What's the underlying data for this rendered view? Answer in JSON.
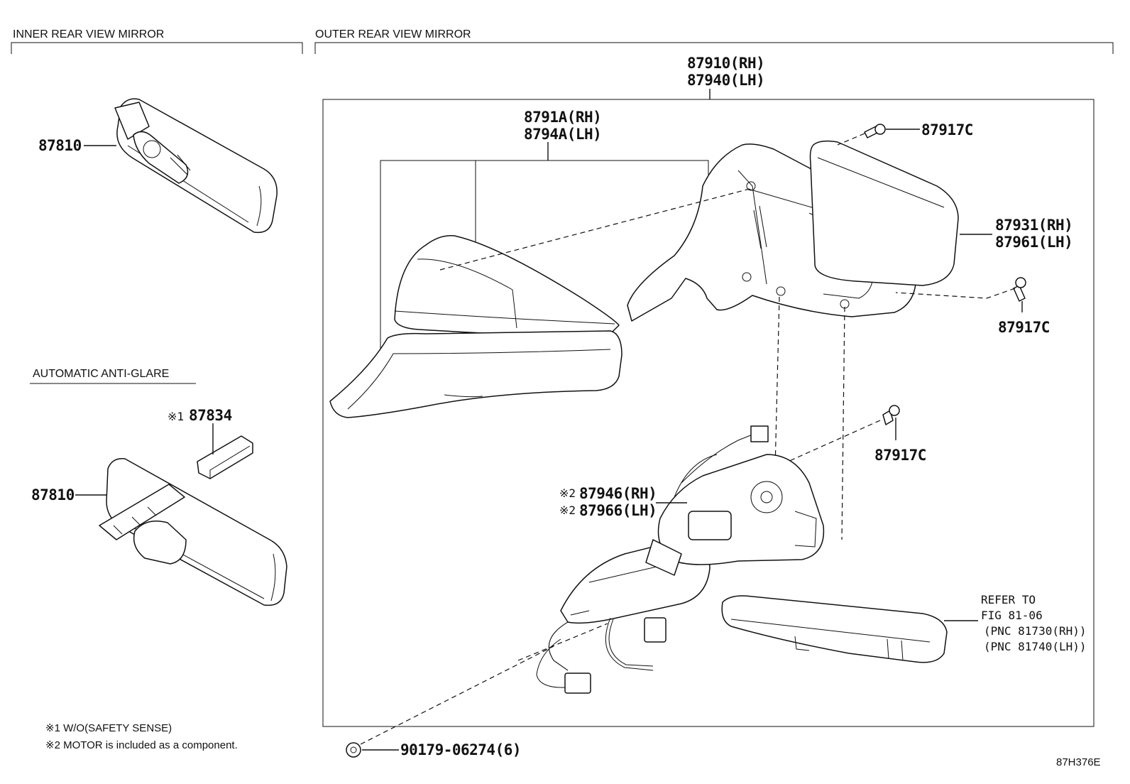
{
  "sections": {
    "inner": "INNER REAR VIEW MIRROR",
    "outer": "OUTER REAR VIEW MIRROR",
    "anti_glare": "AUTOMATIC ANTI-GLARE"
  },
  "callouts": {
    "mirror_inner_a": "87810",
    "mirror_inner_b": "87810",
    "cover_sensor_mark": "※1",
    "cover_sensor": "87834",
    "outer_assy_rh": "87910(RH)",
    "outer_assy_lh": "87940(LH)",
    "cover_rh": "8791A(RH)",
    "cover_lh": "8794A(LH)",
    "screw_a": "87917C",
    "screw_b": "87917C",
    "screw_c": "87917C",
    "glass_rh": "87931(RH)",
    "glass_lh": "87961(LH)",
    "motor_mark_rh": "※2",
    "motor_rh": "87946(RH)",
    "motor_mark_lh": "※2",
    "motor_lh": "87966(LH)",
    "clip": "90179-06274(6)"
  },
  "refer": {
    "line1": "REFER TO",
    "line2": "FIG 81-06",
    "line3": "(PNC 81730(RH))",
    "line4": "(PNC 81740(LH))"
  },
  "notes": {
    "n1": "※1 W/O(SAFETY SENSE)",
    "n2": "※2 MOTOR is included as a component."
  },
  "figure_code": "87H376E"
}
